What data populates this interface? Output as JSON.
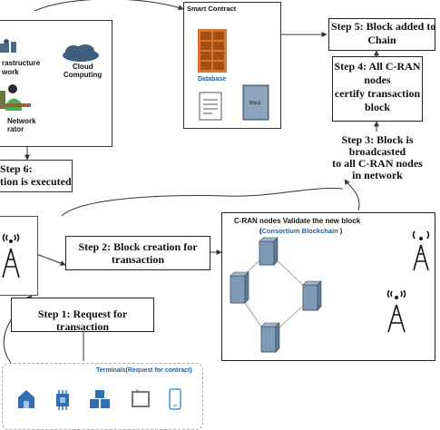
{
  "smart_contract": {
    "title": "Smart Contract",
    "database_label": "Database",
    "block_label": "Block"
  },
  "infrastructure": {
    "infra_label_line1": "rastructure",
    "infra_label_line2": "work",
    "cloud_label_line1": "Cloud",
    "cloud_label_line2": "Computing",
    "operator_label_line1": "Network",
    "operator_label_line2": "rator"
  },
  "steps": {
    "step5_line1": "Step 5: Block added to",
    "step5_line2": "Chain",
    "step4_line1": "Step 4: All C-RAN",
    "step4_line2": "nodes",
    "step4_line3": "certify transaction",
    "step4_line4": "block",
    "step3_line1": "Step 3: Block is",
    "step3_line2": "broadcasted",
    "step3_line3": "to all C-RAN nodes",
    "step3_line4": "in network",
    "step6_line1": "Step 6:",
    "step6_line2": "tion is executed",
    "step2_line1": "Step 2: Block creation for",
    "step2_line2": "transaction",
    "step1": "Step 1: Request for transaction"
  },
  "cran": {
    "title": "C-RAN nodes Validate the new block",
    "subtitle_open": "(",
    "subtitle": "Consortium Blockchain",
    "subtitle_close": " )"
  },
  "terminals": {
    "label": "Terminals(Request for contract)"
  },
  "colors": {
    "accent_blue": "#1f5fa8",
    "block_blue": "#7f9ab4",
    "database_orange": "#d9752e",
    "arrow": "#333333"
  }
}
